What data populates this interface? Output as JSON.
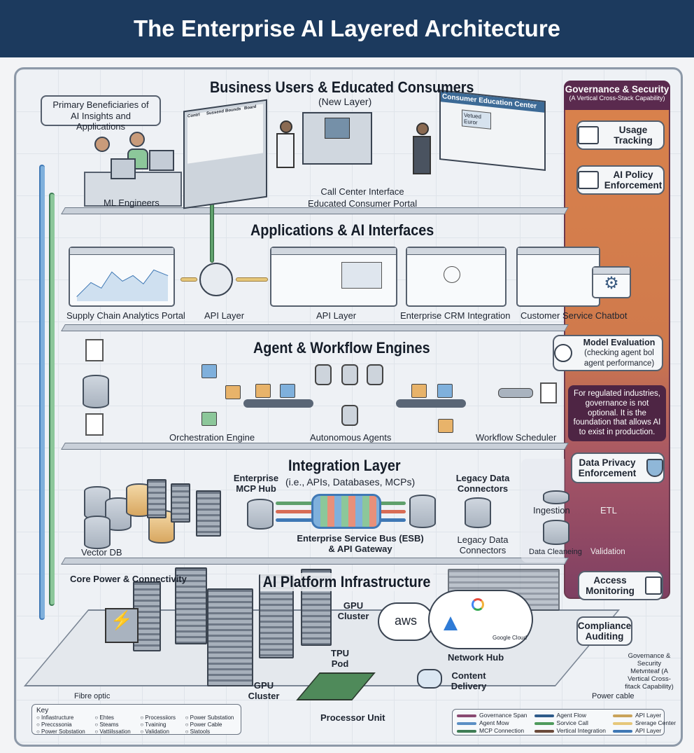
{
  "title": "The Enterprise AI Layered Architecture",
  "layers": {
    "business": {
      "title": "Business Users & Educated Consumers",
      "subtitle": "(New Layer)",
      "callout": "Primary Beneficiaries of AI Insights and Applications",
      "ml_engineers": "ML Engineers",
      "board_headers": [
        "Contrl",
        "Sussend",
        "Bounds",
        "Board"
      ],
      "call_center": "Call Center Interface",
      "consumer_portal": "Educated Consumer Portal",
      "education_center": "Consumer Education Center",
      "screen_text": "Vetued Euror"
    },
    "applications": {
      "title": "Applications & AI Interfaces",
      "items": [
        "Supply Chain Analytics Portal",
        "API Layer",
        "API Layer",
        "Enterprise CRM Integration",
        "Customer Service Chatbot"
      ]
    },
    "agents": {
      "title": "Agent & Workflow Engines",
      "items": [
        "Orchestration Engine",
        "Autonomous Agents",
        "Workflow Scheduler"
      ]
    },
    "integration": {
      "title": "Integration Layer",
      "subtitle": "(i.e., APIs, Databases, MCPs)",
      "mcp_hub": "Enterprise MCP Hub",
      "vector_db": "Vector DB",
      "esb": "Enterprise Service Bus (ESB) & API Gateway",
      "legacy_top": "Legacy Data Connectors",
      "legacy_bottom": "Legacy Data Connectors",
      "ingestion": "Ingestion",
      "etl": "ETL",
      "cleaning": "Data Cleaneing",
      "validation": "Validation"
    },
    "infrastructure": {
      "title": "AI Platform Infrastructure",
      "core_power": "Core Power & Connectivity",
      "gpu_cluster_top": "GPU Cluster",
      "tpu_pod": "TPU Pod",
      "gpu_cluster_bottom": "GPU Cluster",
      "network_hub": "Network Hub",
      "content_delivery": "Content Delivery",
      "processor_unit": "Processor Unit",
      "fibre_optic": "Fibre optic",
      "power_cable": "Power cable",
      "aws": "aws",
      "google_cloud": "Google Cloud"
    }
  },
  "governance": {
    "title": "Governance & Security",
    "subtitle": "(A Vertical Cross-Stack Capability)",
    "items": [
      "Usage Tracking",
      "AI Policy Enforcement",
      "Model Evaluation",
      "Data Privacy Enforcement",
      "Access Monitoring",
      "Compliance Auditing"
    ],
    "model_eval_note": "(checking agent bol agent performance)",
    "note": "For regulated industries, governance is not optional. It is the foundation that allows AI to exist in production.",
    "footer": "Governance & Security Metvnteaf (A Vertical Cross-fitack Capability)",
    "color_top": "#d9824c",
    "color_bottom": "#7e3f62"
  },
  "key": {
    "title": "Key",
    "items": [
      "Infiastructure",
      "Ehtes",
      "Processiiors",
      "Power Substation",
      "Preccssonia",
      "Steams",
      "Tvaining",
      "Power Cable",
      "Power Sobstation",
      "Vattiilssation",
      "Validation",
      "Slatools"
    ]
  },
  "legend": [
    {
      "label": "Governance Span",
      "color": "#8a4a72"
    },
    {
      "label": "Agent Flow",
      "color": "#2e5b8a"
    },
    {
      "label": "API Layer",
      "color": "#c9a35a"
    },
    {
      "label": "Agent Mow",
      "color": "#5b8fc4"
    },
    {
      "label": "Sorvice Call",
      "color": "#4f9a5c"
    },
    {
      "label": "Srerage Center",
      "color": "#e6c77a"
    },
    {
      "label": "MCP Connection",
      "color": "#3e7d55"
    },
    {
      "label": "Vertical Integration",
      "color": "#6b4a3a"
    },
    {
      "label": "API Layer",
      "color": "#3f78b5"
    }
  ]
}
